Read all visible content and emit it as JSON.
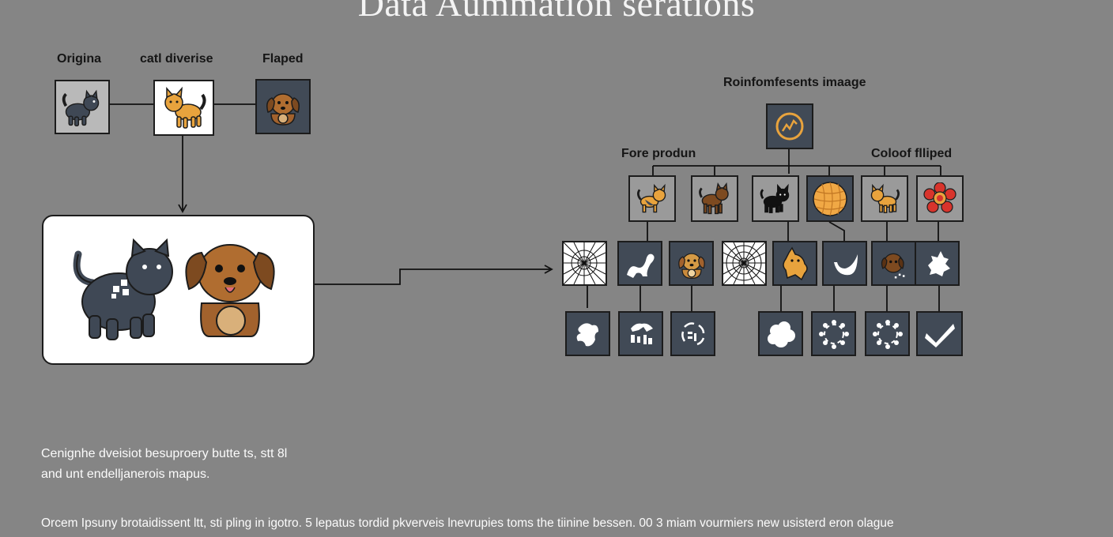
{
  "title": "Data Aummation serations",
  "labels": {
    "original": "Origina",
    "cat_diverse": "catl diverise",
    "flipped_left": "Flaped",
    "reinforcement": "Roinfomfesents imaage",
    "fore_product": "Fore produn",
    "color_flipped": "Coloof flliped"
  },
  "captions": {
    "line1": "Cenignhe dveisiot besuproery butte ts, stt 8l",
    "line2": "and unt endelljanerois mapus.",
    "footer": "Orcem Ipsuny brotaidissent ltt, sti pling in igotro. 5 lepatus tordid pkverveis lnevrupies toms the tiinine bessen. 00 3 miam vourmiers new usisterd eron olague"
  },
  "icons": {
    "left_row": [
      "grey-cat-icon",
      "orange-cat-icon",
      "brown-dog-icon"
    ],
    "big_panel": [
      "dark-cat-icon",
      "brown-dog-icon"
    ],
    "root": "chart-circle-icon",
    "row1": [
      "orange-cat-icon",
      "brown-dog-icon",
      "black-cat-icon",
      "orange-grid-ball-icon",
      "orange-cat-icon",
      "red-flower-icon"
    ],
    "row2": [
      "starburst-pattern-icon",
      "white-blob-icon",
      "orange-dog-icon",
      "starburst-pattern-icon",
      "orange-cat-icon",
      "white-curve-icon",
      "brown-dog-icon",
      "white-puzzle-icon"
    ],
    "row3": [
      "white-blob-icon",
      "white-fragments-icon",
      "white-fragments-icon",
      "white-cloud-icon",
      "dotted-ring-icon",
      "dotted-ring-icon",
      "checkmark-icon"
    ]
  },
  "colors": {
    "background": "#858585",
    "tile_dark": "#414a56",
    "cat_orange": "#e8a33d",
    "dog_brown": "#a2622d",
    "cat_dark": "#3f4855",
    "accent_red": "#d8342c"
  }
}
